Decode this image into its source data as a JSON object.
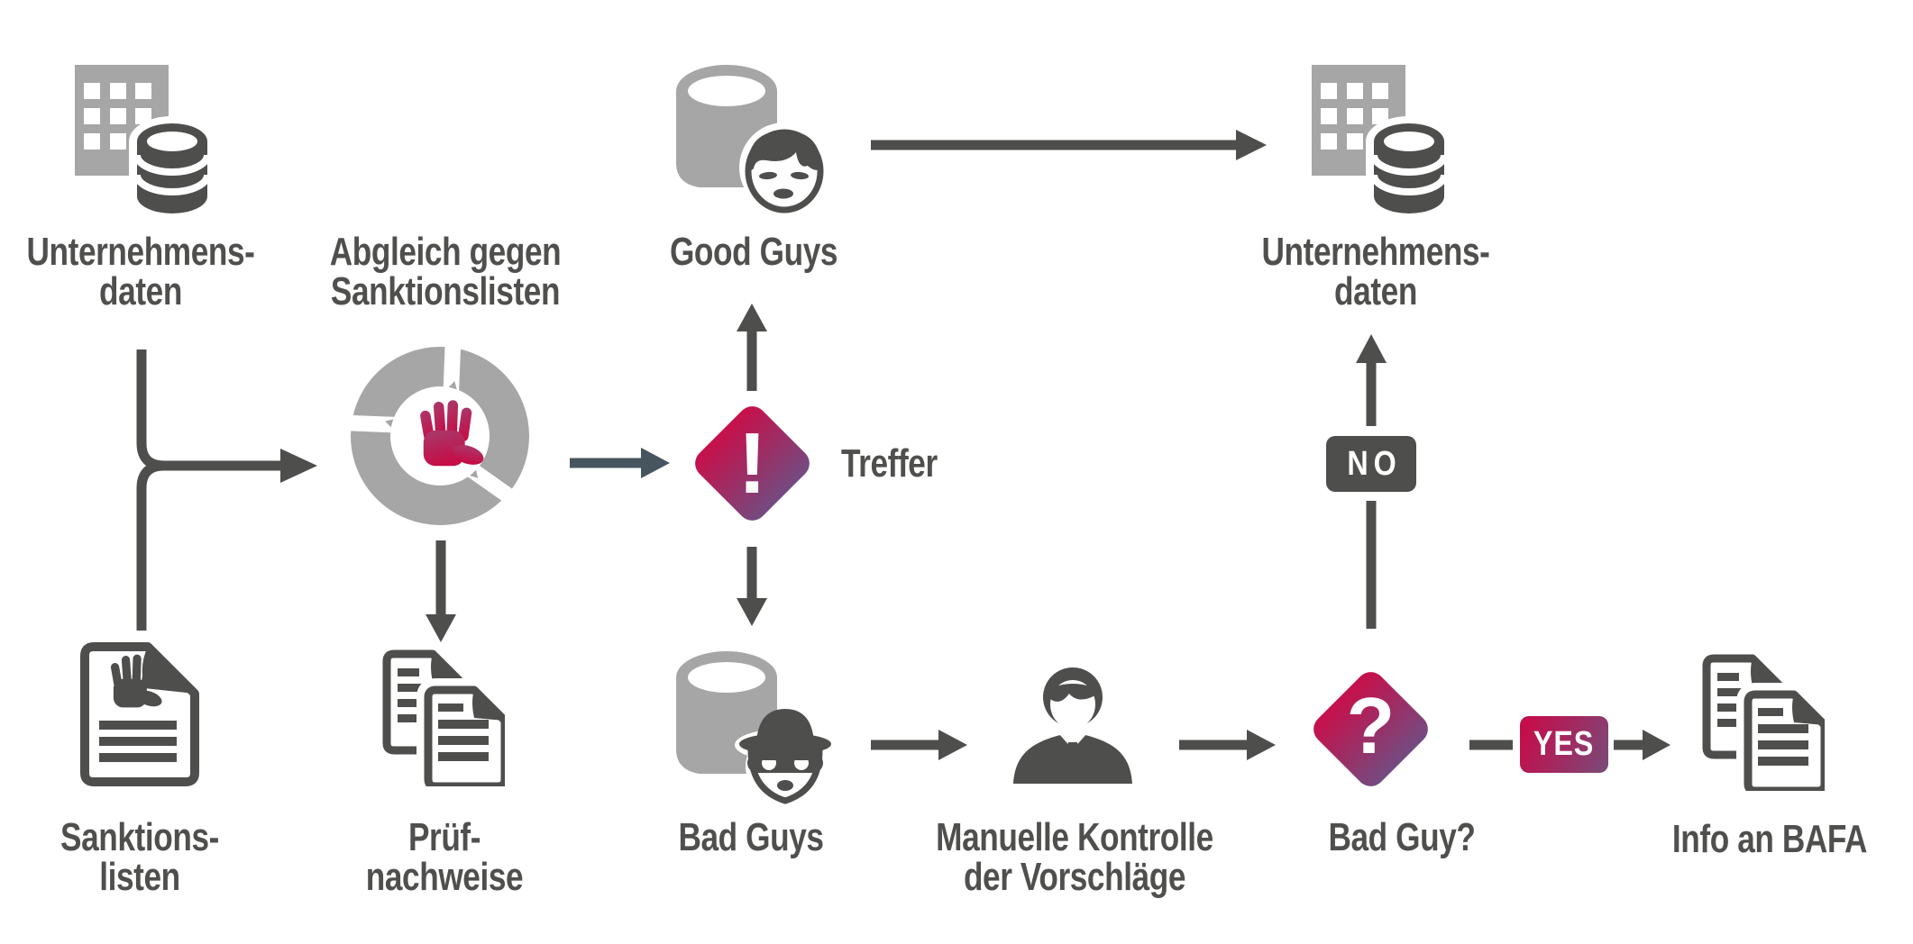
{
  "labels": {
    "company_data_left": "Unternehmens-\ndaten",
    "match_process": "Abgleich gegen\nSanktionslisten",
    "good_guys": "Good Guys",
    "company_data_right": "Unternehmens-\ndaten",
    "sanctions_lists": "Sanktions-\nlisten",
    "audit_proofs": "Prüf-\nnachweise",
    "hit": "Treffer",
    "bad_guys": "Bad Guys",
    "manual_review": "Manuelle Kontrolle\nder Vorschläge",
    "bad_guy_check": "Bad Guy?",
    "info_bafa": "Info an BAFA"
  },
  "decision_symbols": {
    "hit": "!",
    "bad_guy_check": "?"
  },
  "badges": {
    "no": "NO",
    "yes": "YES"
  },
  "colors": {
    "light_gray": "#a6a6a6",
    "dark_gray": "#4e4e4c",
    "text_gray": "#4f4f4d",
    "slate_arrow": "#46555e",
    "crimson": "#c4124c",
    "purple": "#734b80",
    "background": "#ffffff"
  },
  "icons": [
    "building-database-icon",
    "process-loop-icon",
    "stop-hand-icon",
    "sanctions-document-icon",
    "documents-icon",
    "database-pot-icon",
    "good-guy-face-icon",
    "bad-guy-bandit-icon",
    "businessman-icon",
    "warning-diamond-icon",
    "question-diamond-icon"
  ]
}
